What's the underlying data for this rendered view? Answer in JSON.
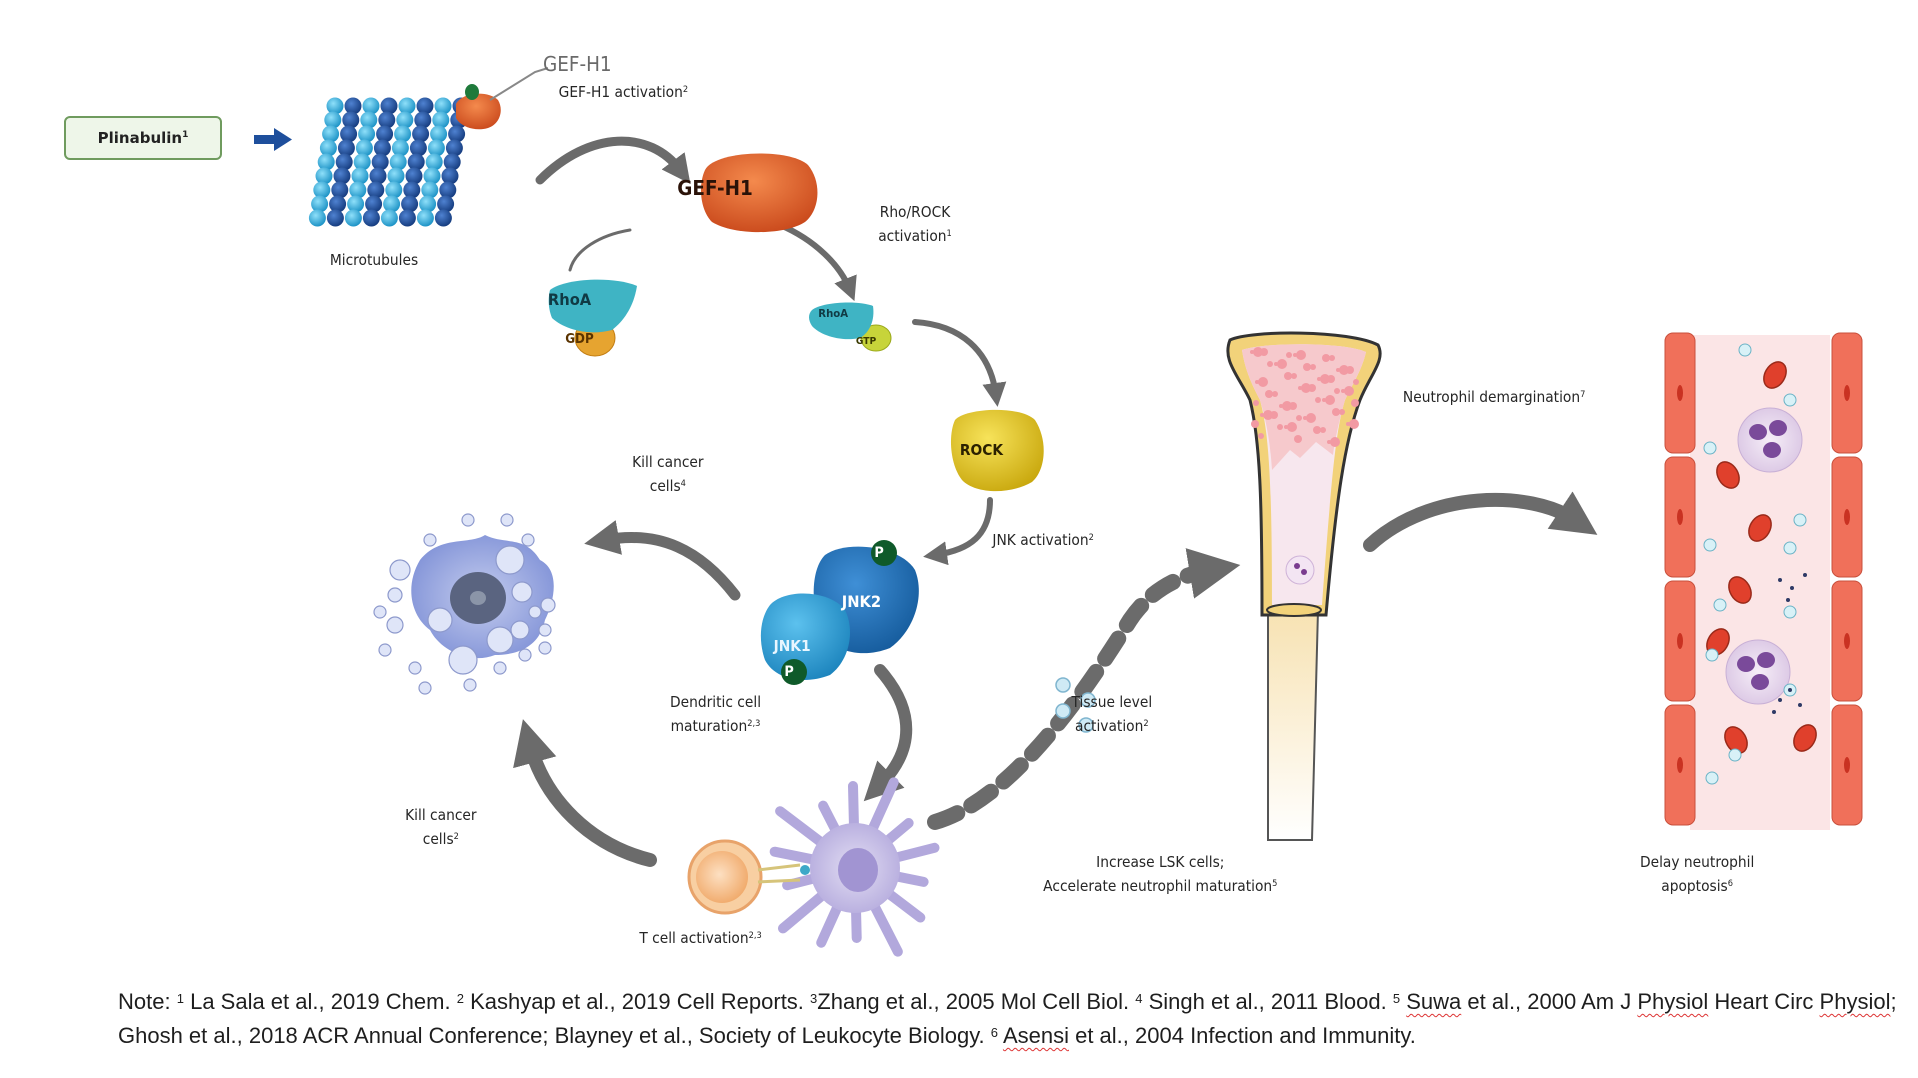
{
  "diagram": {
    "title": "Plinabulin mechanism of action",
    "colors": {
      "arrow_gray": "#6b6b6b",
      "microtubule_light": "#35aede",
      "microtubule_dark": "#1e4f9c",
      "gef_h1": "#e2622b",
      "rhoa": "#3fb4c4",
      "gdp": "#e6a430",
      "gtp": "#c7d43a",
      "rock": "#e3c420",
      "jnk1": "#2e9fd6",
      "jnk2": "#1b6fb5",
      "phospho": "#0f5a2a",
      "plinabulin_border": "#6f9b5e",
      "plinabulin_fill": "#eef6e9",
      "vessel_wall": "#f0705a",
      "bone_outline": "#f2d27a",
      "marrow": "#f4a6ad"
    },
    "nodes": {
      "plinabulin": {
        "label": "Plinabulin",
        "sup": "1"
      },
      "gef_h1_callout": "GEF-H1",
      "gef_h1_activation": {
        "label": "GEF-H1 activation",
        "sup": "2"
      },
      "microtubules": "Microtubules",
      "gef_h1": "GEF-H1",
      "rhoa_gdp": {
        "protein": "RhoA",
        "nucleotide": "GDP"
      },
      "rhoa_gtp": {
        "protein": "RhoA",
        "nucleotide": "GTP"
      },
      "rho_rock_activation": {
        "line1": "Rho/ROCK",
        "line2": "activation",
        "sup": "1"
      },
      "rock": "ROCK",
      "jnk_activation": {
        "label": "JNK activation",
        "sup": "2"
      },
      "jnk1": "JNK1",
      "jnk2": "JNK2",
      "phospho": "P",
      "kill_cancer_top": {
        "line1": "Kill cancer",
        "line2": "cells",
        "sup": "4"
      },
      "dendritic": {
        "line1": "Dendritic cell",
        "line2": "maturation",
        "sup": "2,3"
      },
      "kill_cancer_bottom": {
        "line1": "Kill cancer",
        "line2": "cells",
        "sup": "2"
      },
      "t_cell": {
        "label": "T cell activation",
        "sup": "2,3"
      },
      "tissue": {
        "line1": "Tissue level",
        "line2": "activation",
        "sup": "2"
      },
      "bone": {
        "line1": "Increase LSK cells;",
        "line2": "Accelerate neutrophil maturation",
        "sup": "5"
      },
      "demargination": {
        "label": "Neutrophil demargination",
        "sup": "7"
      },
      "vessel": {
        "line1": "Delay neutrophil",
        "line2": "apoptosis",
        "sup": "6"
      }
    }
  },
  "note": {
    "prefix": "Note:",
    "refs": [
      {
        "n": "1",
        "text": "La Sala et al., 2019 Chem."
      },
      {
        "n": "2",
        "text": "Kashyap et al., 2019 Cell Reports."
      },
      {
        "n": "3",
        "text": "Zhang et al., 2005 Mol Cell Biol."
      },
      {
        "n": "4",
        "text": "Singh et al., 2011 Blood."
      },
      {
        "n": "5",
        "text_a": "Suwa",
        "text_b": " et al., 2000 Am J ",
        "text_c": "Physiol",
        "text_d": " Heart Circ ",
        "text_e": "Physiol",
        "text_f": "; Ghosh et al., 2018 ACR Annual Conference; Blayney et al., Society of Leukocyte Biology."
      },
      {
        "n": "6",
        "text_a": "Asensi",
        "text_b": " et al., 2004 Infection and Immunity."
      }
    ]
  }
}
